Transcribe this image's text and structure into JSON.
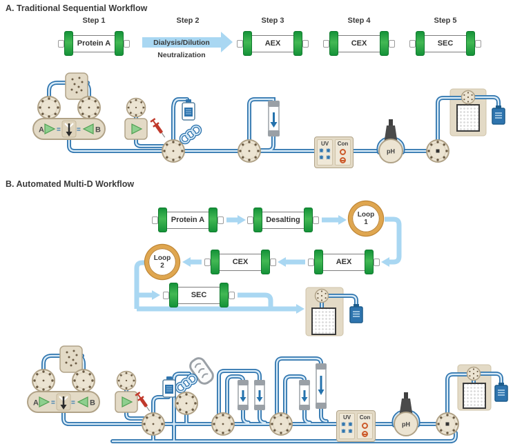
{
  "section_a": {
    "title": "A. Traditional Sequential Workflow",
    "step_labels": [
      "Step 1",
      "Step 2",
      "Step 3",
      "Step 4",
      "Step 5"
    ],
    "arrow": {
      "line1": "Dialysis/Dilution",
      "line2": "Neutralization"
    },
    "columns": {
      "protein_a": "Protein A",
      "aex": "AEX",
      "cex": "CEX",
      "sec": "SEC"
    },
    "pump": {
      "a": "A",
      "b": "B"
    },
    "detectors": {
      "uv": "UV",
      "con": "Con",
      "ph": "pH"
    }
  },
  "section_b": {
    "title": "B. Automated Multi-D Workflow",
    "columns": {
      "protein_a": "Protein A",
      "desalting": "Desalting",
      "aex": "AEX",
      "cex": "CEX",
      "sec": "SEC"
    },
    "loop1": {
      "line1": "Loop",
      "line2": "1"
    },
    "loop2": {
      "line1": "Loop",
      "line2": "2"
    },
    "pump": {
      "a": "A",
      "b": "B"
    },
    "detectors": {
      "uv": "UV",
      "con": "Con",
      "ph": "pH"
    }
  },
  "colors": {
    "tube_blue": "#2e74ae",
    "light_blue_arrow": "#a9d7f2",
    "column_green": "#149238",
    "module_tan": "#e3dac6",
    "loop_orange": "#dfa64f",
    "con_orange": "#cc5a2a"
  }
}
